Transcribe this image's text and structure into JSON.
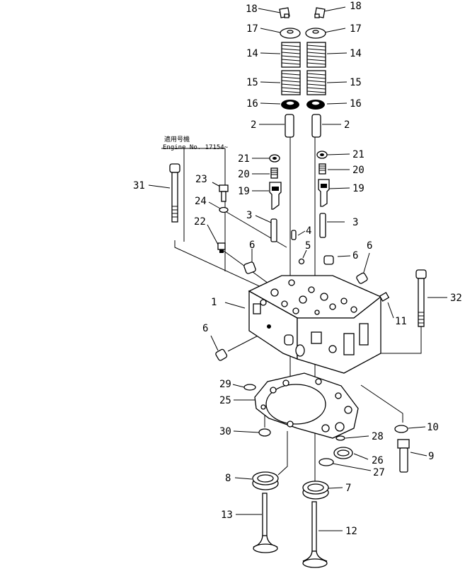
{
  "note": {
    "line1": "適用号機",
    "line2": "Engine  No. 17154~"
  },
  "callouts": [
    {
      "id": "c1",
      "text": "1"
    },
    {
      "id": "c2l",
      "text": "2"
    },
    {
      "id": "c2r",
      "text": "2"
    },
    {
      "id": "c3l",
      "text": "3"
    },
    {
      "id": "c3r",
      "text": "3"
    },
    {
      "id": "c4",
      "text": "4"
    },
    {
      "id": "c5",
      "text": "5"
    },
    {
      "id": "c6a",
      "text": "6"
    },
    {
      "id": "c6b",
      "text": "6"
    },
    {
      "id": "c6c",
      "text": "6"
    },
    {
      "id": "c6d",
      "text": "6"
    },
    {
      "id": "c7",
      "text": "7"
    },
    {
      "id": "c8",
      "text": "8"
    },
    {
      "id": "c9",
      "text": "9"
    },
    {
      "id": "c10",
      "text": "10"
    },
    {
      "id": "c11",
      "text": "11"
    },
    {
      "id": "c12",
      "text": "12"
    },
    {
      "id": "c13",
      "text": "13"
    },
    {
      "id": "c14l",
      "text": "14"
    },
    {
      "id": "c14r",
      "text": "14"
    },
    {
      "id": "c15l",
      "text": "15"
    },
    {
      "id": "c15r",
      "text": "15"
    },
    {
      "id": "c16l",
      "text": "16"
    },
    {
      "id": "c16r",
      "text": "16"
    },
    {
      "id": "c17l",
      "text": "17"
    },
    {
      "id": "c17r",
      "text": "17"
    },
    {
      "id": "c18l",
      "text": "18"
    },
    {
      "id": "c18r",
      "text": "18"
    },
    {
      "id": "c19l",
      "text": "19"
    },
    {
      "id": "c19r",
      "text": "19"
    },
    {
      "id": "c20l",
      "text": "20"
    },
    {
      "id": "c20r",
      "text": "20"
    },
    {
      "id": "c21l",
      "text": "21"
    },
    {
      "id": "c21r",
      "text": "21"
    },
    {
      "id": "c22",
      "text": "22"
    },
    {
      "id": "c23",
      "text": "23"
    },
    {
      "id": "c24",
      "text": "24"
    },
    {
      "id": "c25",
      "text": "25"
    },
    {
      "id": "c26",
      "text": "26"
    },
    {
      "id": "c27",
      "text": "27"
    },
    {
      "id": "c28",
      "text": "28"
    },
    {
      "id": "c29",
      "text": "29"
    },
    {
      "id": "c30",
      "text": "30"
    },
    {
      "id": "c31",
      "text": "31"
    },
    {
      "id": "c32",
      "text": "32"
    }
  ]
}
